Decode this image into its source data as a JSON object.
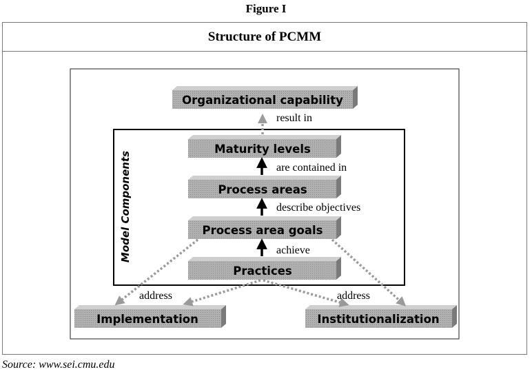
{
  "figure_label": "Figure I",
  "title": "Structure of PCMM",
  "source": "Source: www.sei.cmu.edu",
  "model_components_label": "Model Components",
  "nodes": {
    "organizational_capability": "Organizational capability",
    "maturity_levels": "Maturity levels",
    "process_areas": "Process areas",
    "process_area_goals": "Process area goals",
    "practices": "Practices",
    "implementation": "Implementation",
    "institutionalization": "Institutionalization"
  },
  "edges": {
    "result_in": "result in",
    "are_contained_in": "are contained in",
    "describe_objectives": "describe objectives",
    "achieve": "achieve",
    "address_left": "address",
    "address_right": "address"
  },
  "colors": {
    "box_face": "#a9a9a9",
    "box_side": "#7a7a7a",
    "box_top": "#d4d4d4",
    "dotted_arrow": "#9a9a9a",
    "solid_arrow": "#000000"
  }
}
